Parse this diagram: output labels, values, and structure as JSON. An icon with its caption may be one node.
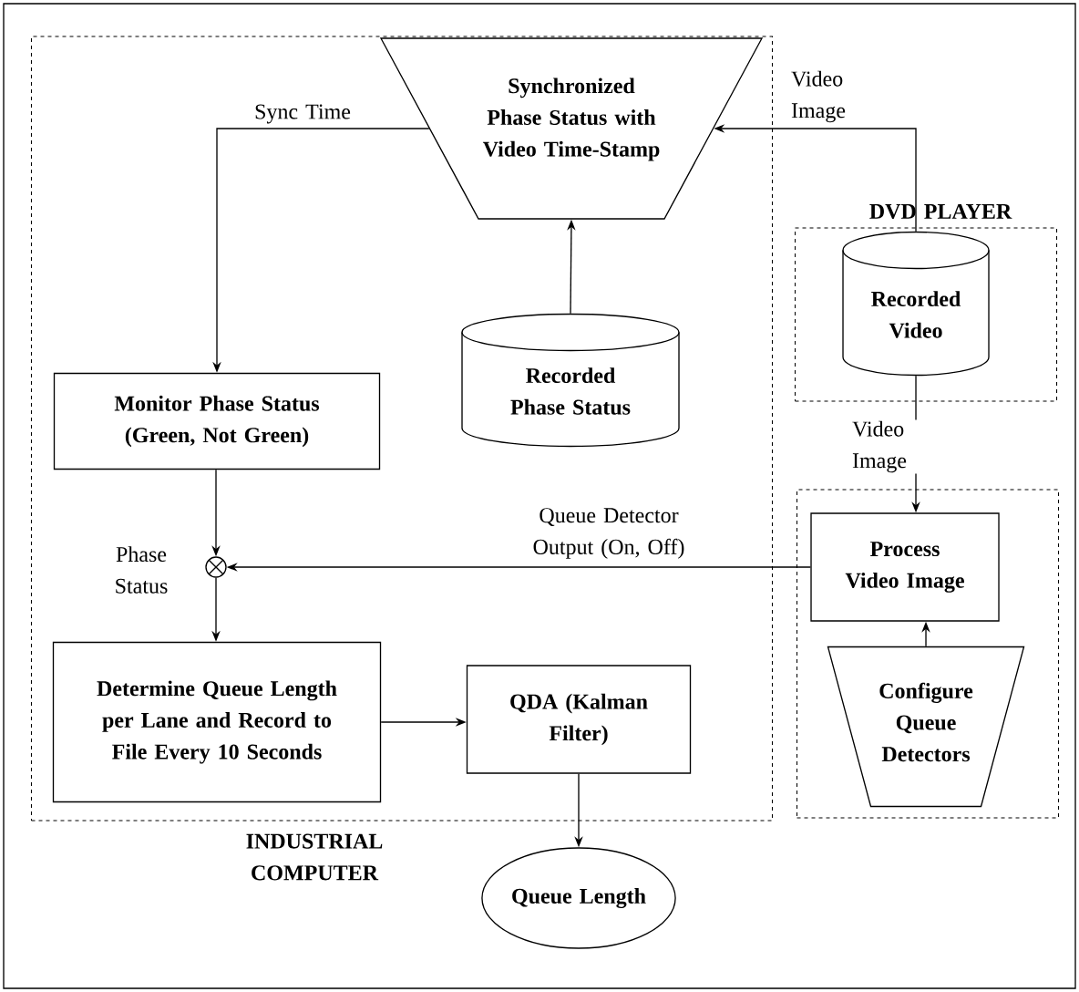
{
  "diagram": {
    "nodes": [
      {
        "text": [
          "INDUSTRIAL COMPUTER"
        ]
      },
      {
        "text": [
          "Synchronized Phase Status with Video Time-Stamp"
        ],
        "in": 0
      },
      {
        "text": [
          "Recorded Phase Status"
        ],
        "in": 0
      },
      {
        "text": [
          "Monitor Phase Status (Green, Not Green)"
        ],
        "in": 0
      },
      {
        "text": [],
        "shape": "circle",
        "in": 0,
        "beside": [
          "Phase Status"
        ]
      },
      {
        "text": [
          "Determine Queue Length per Lane and Record to File Every 10 Seconds"
        ],
        "in": 0
      },
      {
        "text": [
          "QDA (Kalman Filter)"
        ],
        "in": 0
      },
      {
        "text": [
          "Queue Length"
        ]
      },
      {
        "text": [
          "DVD PLAYER"
        ]
      },
      {
        "text": [
          "Recorded Video"
        ],
        "in": 8
      },
      {
        "text": [],
        "shape": "box"
      },
      {
        "text": [
          "Process Video Image"
        ],
        "in": 10
      },
      {
        "text": [
          "Configure Queue Detectors"
        ],
        "in": 10
      }
    ],
    "edges": [
      {
        "from": 1,
        "to": 3,
        "arrow": "to",
        "label": "Sync Time"
      },
      {
        "from": 2,
        "to": 1,
        "arrow": "to"
      },
      {
        "from": 3,
        "to": 4,
        "arrow": "to"
      },
      {
        "from": 11,
        "to": 4,
        "arrow": "to",
        "label": "Queue Detector Output (On, Off)"
      },
      {
        "from": 4,
        "to": 5,
        "arrow": "to"
      },
      {
        "from": 5,
        "to": 6,
        "arrow": "to"
      },
      {
        "from": 6,
        "to": 7,
        "arrow": "to"
      },
      {
        "from": 9,
        "to": 1,
        "arrow": "to",
        "label": "Video Image"
      },
      {
        "from": 9,
        "to": 11,
        "arrow": "to",
        "label": "Video Image"
      },
      {
        "from": 12,
        "to": 11,
        "arrow": "to"
      }
    ]
  }
}
